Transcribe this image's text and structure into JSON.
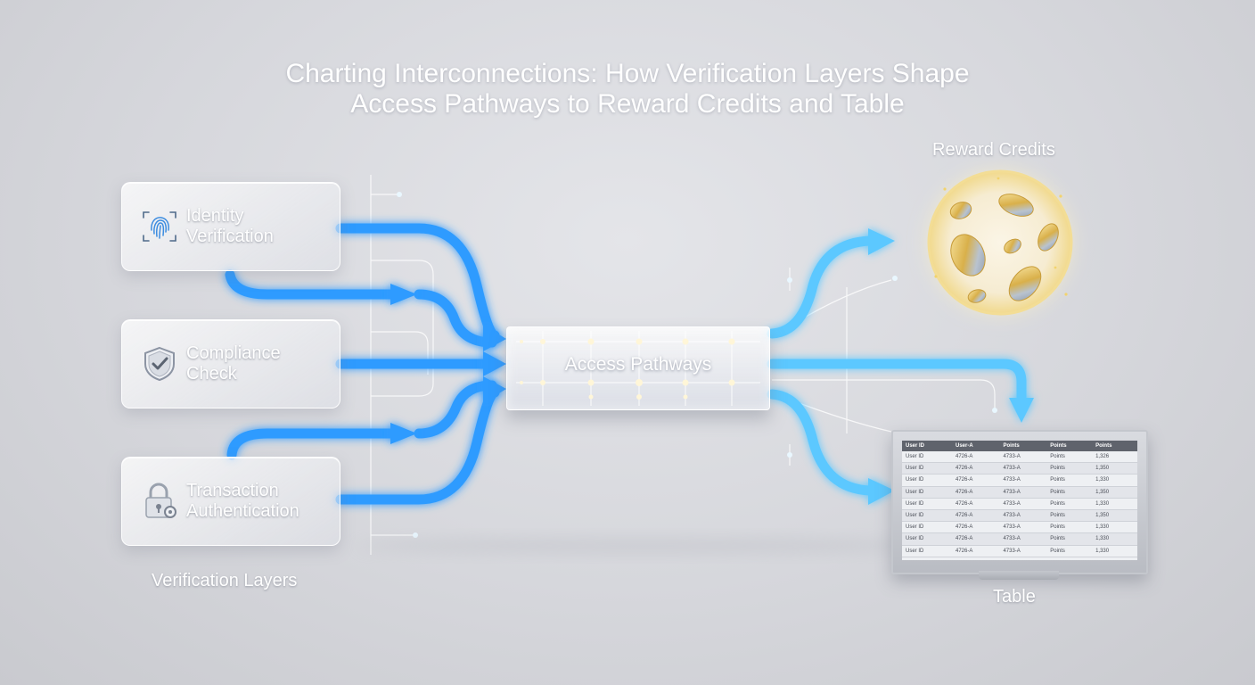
{
  "title": {
    "line1": "Charting Interconnections: How Verification Layers Shape",
    "line2": "Access Pathways to Reward Credits and Table"
  },
  "layers": [
    {
      "line1": "Identity",
      "line2": "Verification",
      "icon": "fingerprint-icon"
    },
    {
      "line1": "Compliance",
      "line2": "Check",
      "icon": "shield-check-icon"
    },
    {
      "line1": "Transaction",
      "line2": "Authentication",
      "icon": "padlock-gear-icon"
    }
  ],
  "layers_caption": "Verification Layers",
  "hub_label": "Access Pathways",
  "reward_label": "Reward Credits",
  "table_label": "Table",
  "table": {
    "headers": [
      "User ID",
      "User-A",
      "Points",
      "Points",
      "Points"
    ],
    "rows": [
      [
        "User ID",
        "4726-A",
        "4733-A",
        "Points",
        "1,326"
      ],
      [
        "User ID",
        "4726-A",
        "4733-A",
        "Points",
        "1,350"
      ],
      [
        "User ID",
        "4726-A",
        "4733-A",
        "Points",
        "1,330"
      ],
      [
        "User ID",
        "4726-A",
        "4733-A",
        "Points",
        "1,350"
      ],
      [
        "User ID",
        "4726-A",
        "4733-A",
        "Points",
        "1,330"
      ],
      [
        "User ID",
        "4726-A",
        "4733-A",
        "Points",
        "1,350"
      ],
      [
        "User ID",
        "4726-A",
        "4733-A",
        "Points",
        "1,330"
      ],
      [
        "User ID",
        "4726-A",
        "4733-A",
        "Points",
        "1,330"
      ],
      [
        "User ID",
        "4726-A",
        "4733-A",
        "Points",
        "1,330"
      ]
    ]
  },
  "colors": {
    "flow_blue": "#2f9bff",
    "flow_light": "#5cc8ff",
    "coin_gold": "#e8c15a",
    "glow": "#fff3c4"
  }
}
